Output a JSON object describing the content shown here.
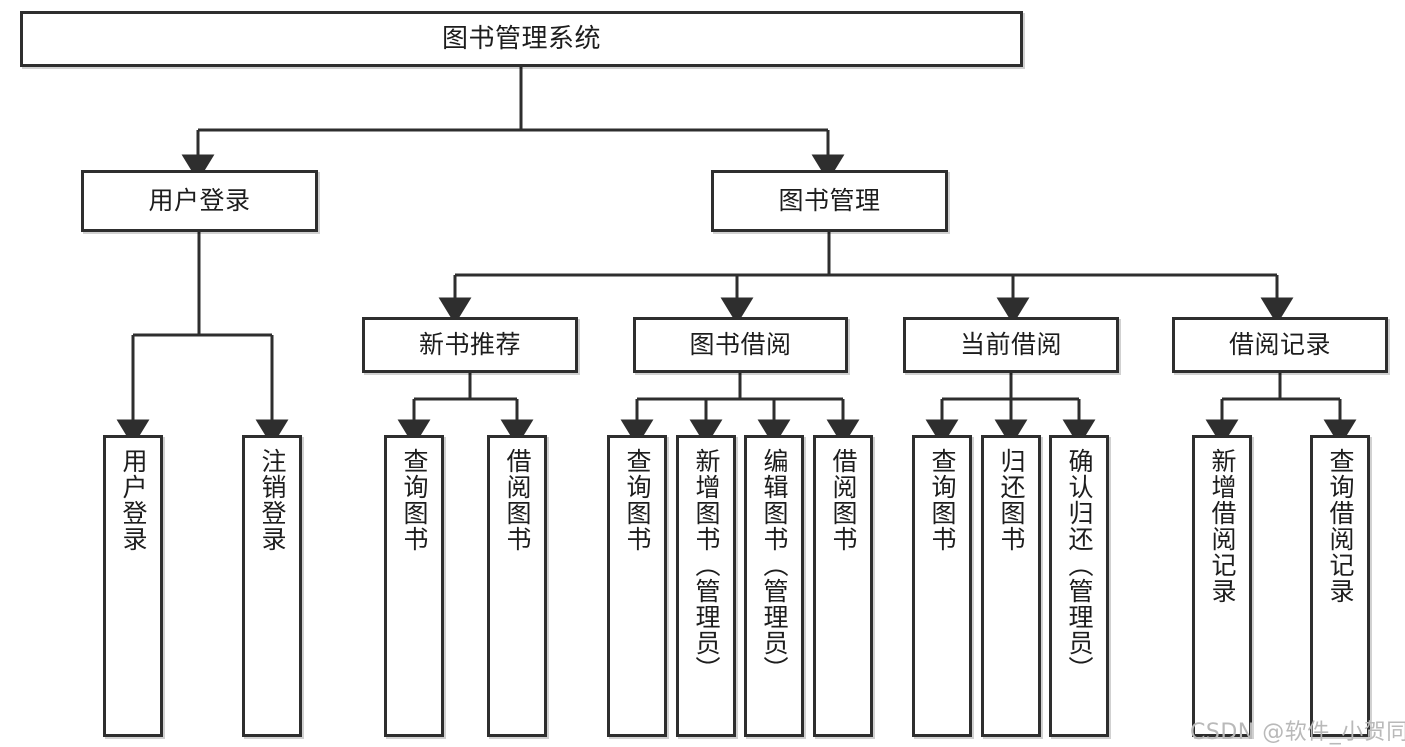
{
  "diagram": {
    "type": "tree-hierarchy-chart",
    "title": "图书管理系统",
    "colors": {
      "box_border": "#2e2e2e",
      "box_fill": "#ffffff",
      "edge": "#2e2e2e",
      "text": "#1d1d1d",
      "watermark": "#b9b9b9",
      "background": "#ffffff"
    },
    "nodes": {
      "root": {
        "label": "图书管理系统"
      },
      "level2": [
        {
          "label": "用户登录"
        },
        {
          "label": "图书管理"
        }
      ],
      "level3": [
        {
          "label": "新书推荐"
        },
        {
          "label": "图书借阅"
        },
        {
          "label": "当前借阅"
        },
        {
          "label": "借阅记录"
        }
      ],
      "leaves": {
        "user_login": [
          {
            "label": "用户登录"
          },
          {
            "label": "注销登录"
          }
        ],
        "new_book_recommend": [
          {
            "label": "查询图书"
          },
          {
            "label": "借阅图书"
          }
        ],
        "book_borrow": [
          {
            "label": "查询图书"
          },
          {
            "label": "新增图书（管理员）"
          },
          {
            "label": "编辑图书（管理员）"
          },
          {
            "label": "借阅图书"
          }
        ],
        "current_borrow": [
          {
            "label": "查询图书"
          },
          {
            "label": "归还图书"
          },
          {
            "label": "确认归还（管理员）"
          }
        ],
        "borrow_record": [
          {
            "label": "新增借阅记录"
          },
          {
            "label": "查询借阅记录"
          }
        ]
      }
    },
    "watermark": "CSDN @软件_小贺同学"
  }
}
